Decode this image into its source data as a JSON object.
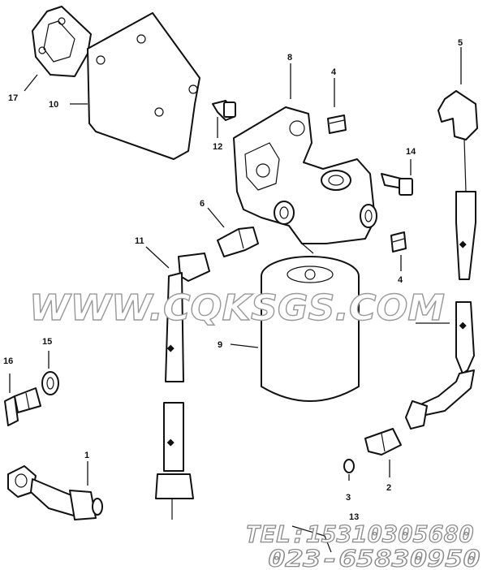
{
  "callouts": {
    "c1": "1",
    "c2": "2",
    "c3": "3",
    "c4a": "4",
    "c4b": "4",
    "c5": "5",
    "c6": "6",
    "c8": "8",
    "c9": "9",
    "c10": "10",
    "c11": "11",
    "c12": "12",
    "c13": "13",
    "c14": "14",
    "c15": "15",
    "c16": "16",
    "c17": "17"
  },
  "watermark": {
    "site": "WWW.CQKSGS.COM",
    "tel": "TEL:15310305680",
    "phone": "023-65830950"
  },
  "colors": {
    "ink": "#111111",
    "watermark_outline": "#9a9a9a"
  }
}
